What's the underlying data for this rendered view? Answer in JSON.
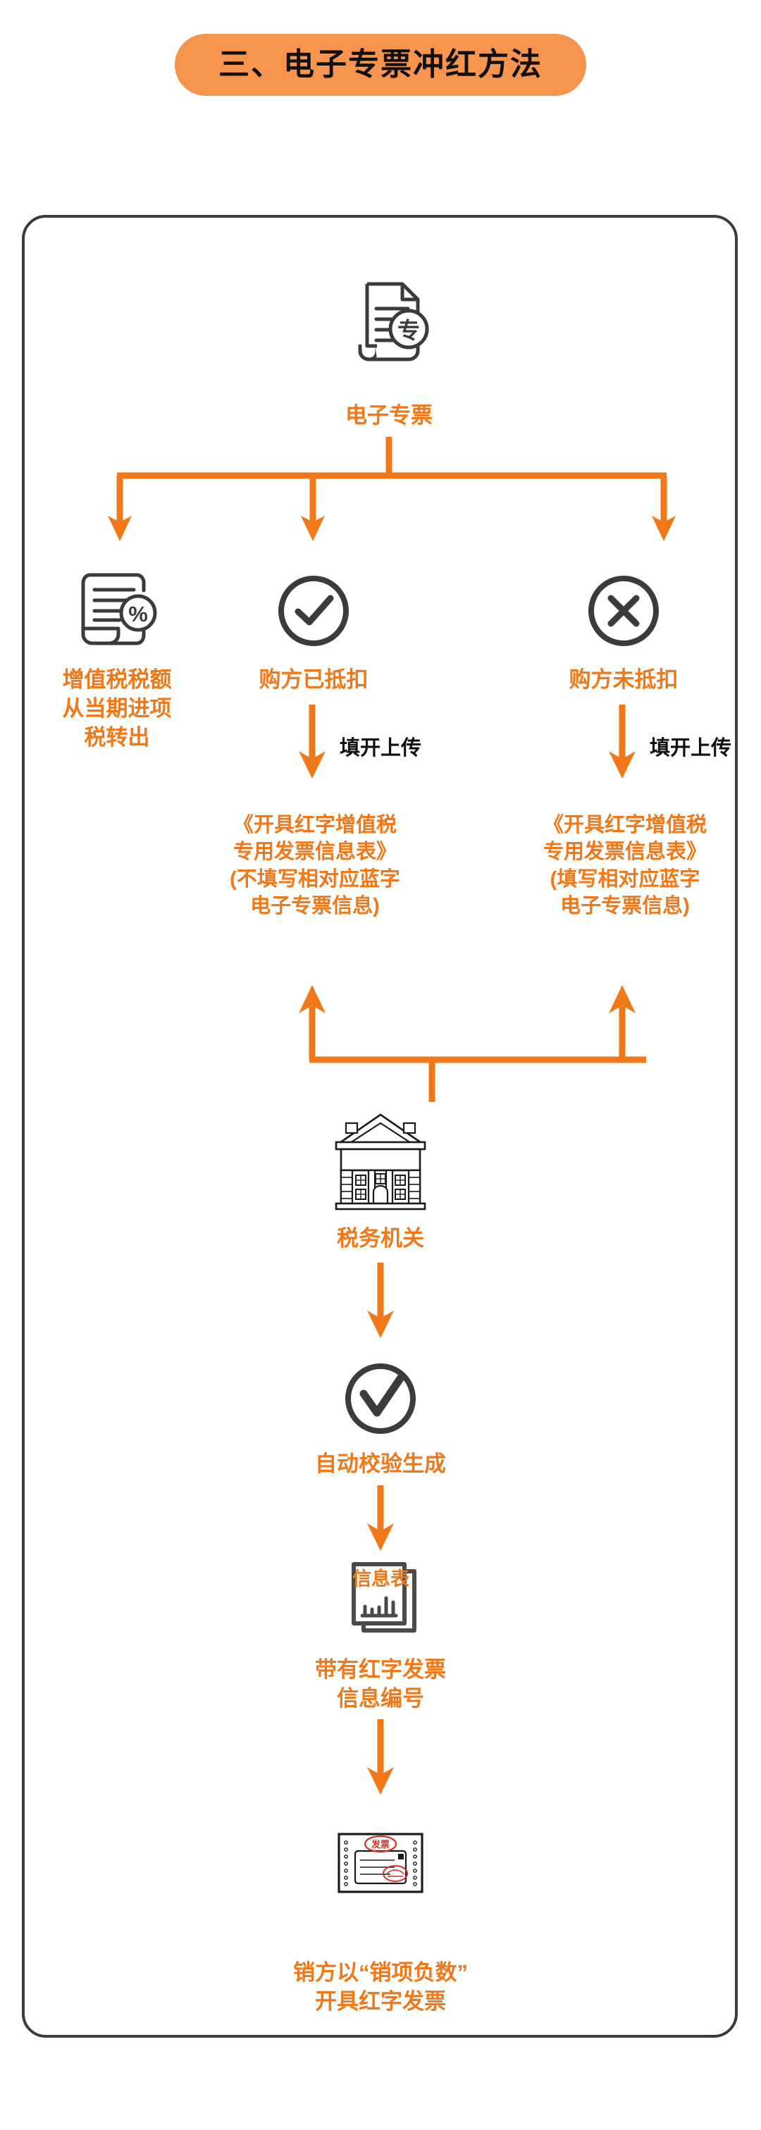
{
  "header": {
    "title": "三、电子专票冲红方法"
  },
  "flow": {
    "root": {
      "icon": "invoice-document-icon",
      "badge": "专",
      "label": "电子专票"
    },
    "branches": [
      {
        "icon": "tax-percent-document-icon",
        "label": "增值税税额\n从当期进项\n税转出"
      },
      {
        "icon": "check-circle-icon",
        "label": "购方已抵扣",
        "edge_label": "填开上传",
        "next": {
          "label": "《开具红字增值税\n专用发票信息表》\n(不填写相对应蓝字\n电子专票信息)"
        }
      },
      {
        "icon": "x-circle-icon",
        "label": "购方未抵扣",
        "edge_label": "填开上传",
        "next": {
          "label": "《开具红字增值税\n专用发票信息表》\n(填写相对应蓝字\n电子专票信息)"
        }
      }
    ],
    "authority": {
      "icon": "government-building-icon",
      "label": "税务机关"
    },
    "verify": {
      "icon": "check-circle-icon",
      "label": "自动校验生成"
    },
    "info_table": {
      "icon": "info-table-chart-icon",
      "icon_caption": "信息表",
      "label": "带有红字发票\n信息编号"
    },
    "final": {
      "icon": "red-invoice-icon",
      "stamp_text": "发票",
      "label": "销方以“销项负数”\n开具红字发票"
    }
  },
  "colors": {
    "accent": "#F07818",
    "pill": "#F7944D",
    "ink": "#3b3b3b",
    "text_dark": "#111111",
    "stamp_red": "#d2322a"
  }
}
